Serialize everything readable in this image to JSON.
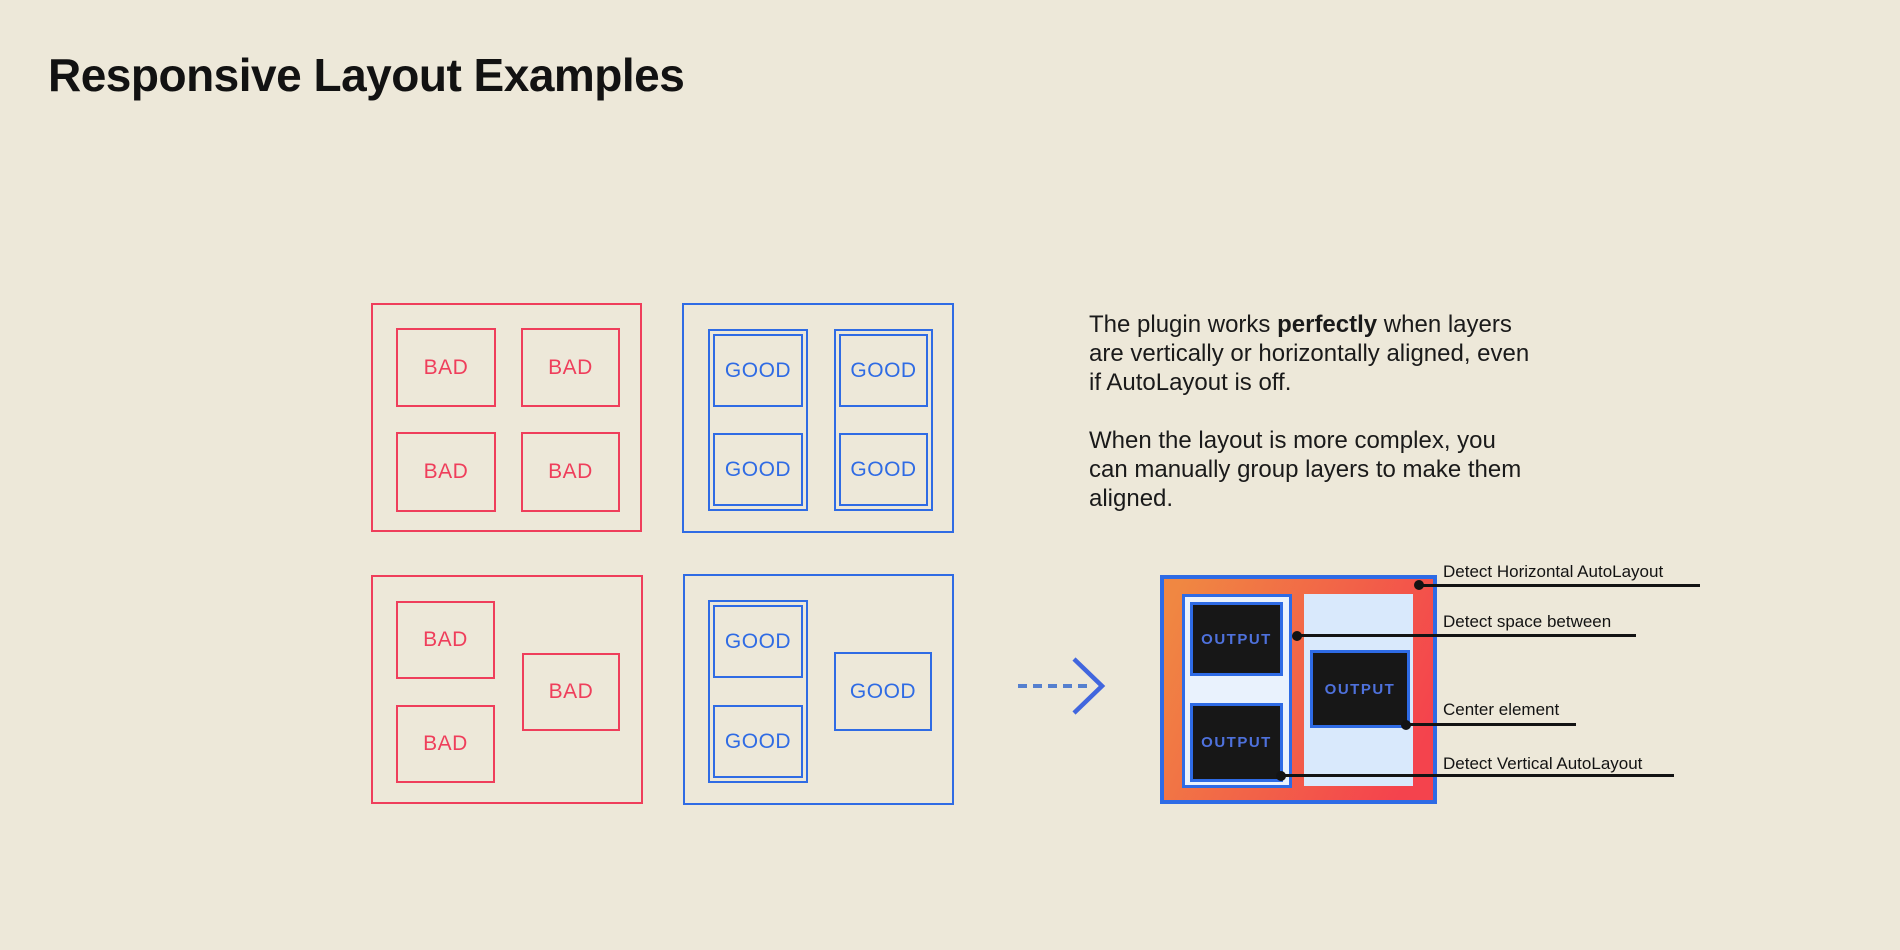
{
  "page": {
    "title": "Responsive Layout Examples"
  },
  "palette": {
    "background": "#EDE8D9",
    "bad_red": "#EF3E5B",
    "good_blue": "#2F6BE4",
    "output_gradient_start": "#F08742",
    "output_gradient_end": "#F4434D",
    "output_group_fill": "#E9F2FD",
    "output_column_fill": "#D9E9FC",
    "output_cell_fill": "#171717",
    "output_text_blue": "#4E71DC",
    "ink": "#131313"
  },
  "examples": {
    "bad_grid": {
      "cells": [
        "BAD",
        "BAD",
        "BAD",
        "BAD"
      ]
    },
    "good_grid": {
      "cells": [
        "GOOD",
        "GOOD",
        "GOOD",
        "GOOD"
      ]
    },
    "bad_scattered": {
      "cells": [
        "BAD",
        "BAD",
        "BAD"
      ]
    },
    "good_grouped": {
      "cells": [
        "GOOD",
        "GOOD",
        "GOOD"
      ]
    }
  },
  "description": {
    "p1": {
      "before": "The plugin works ",
      "bold": "perfectly",
      "after": " when layers are vertically or horizontally aligned, even if AutoLayout is off."
    },
    "p2": "When the layout is more complex, you can manually group layers to make them aligned."
  },
  "output_panel": {
    "cells": [
      "OUTPUT",
      "OUTPUT",
      "OUTPUT"
    ]
  },
  "annotations": {
    "horizontal": "Detect Horizontal AutoLayout",
    "space": "Detect space between",
    "center": "Center element",
    "vertical": "Detect Vertical AutoLayout"
  }
}
